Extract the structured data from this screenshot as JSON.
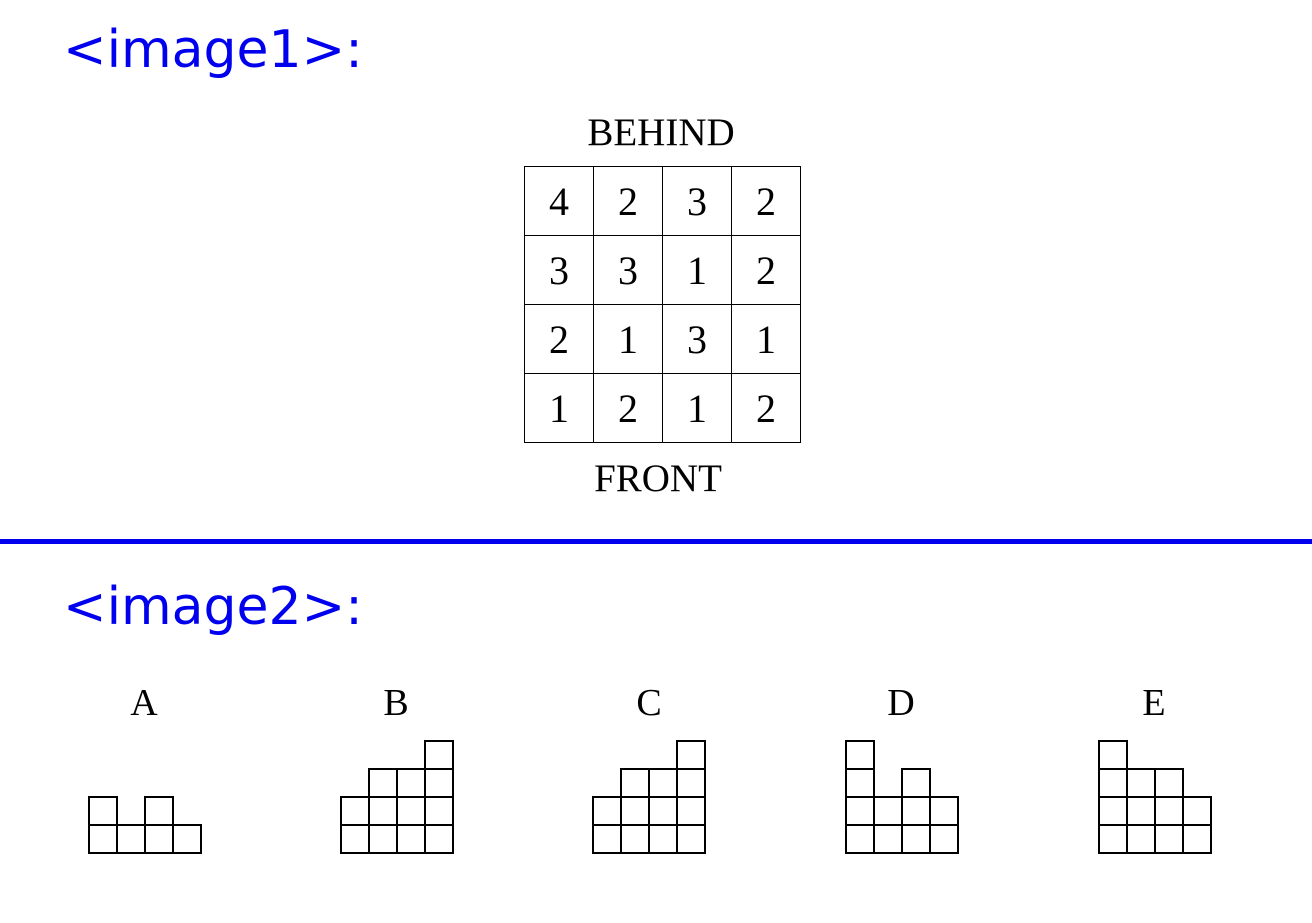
{
  "image1": {
    "label": "<image1>:",
    "top_label": "BEHIND",
    "bottom_label": "FRONT",
    "grid": [
      [
        "4",
        "2",
        "3",
        "2"
      ],
      [
        "3",
        "3",
        "1",
        "2"
      ],
      [
        "2",
        "1",
        "3",
        "1"
      ],
      [
        "1",
        "2",
        "1",
        "2"
      ]
    ]
  },
  "image2": {
    "label": "<image2>:",
    "options": [
      {
        "letter": "A",
        "column_heights": [
          2,
          1,
          2,
          1
        ]
      },
      {
        "letter": "B",
        "column_heights": [
          2,
          3,
          3,
          4
        ]
      },
      {
        "letter": "C",
        "column_heights": [
          2,
          3,
          3,
          4
        ]
      },
      {
        "letter": "D",
        "column_heights": [
          4,
          2,
          3,
          2
        ]
      },
      {
        "letter": "E",
        "column_heights": [
          4,
          3,
          3,
          2
        ]
      }
    ]
  },
  "colors": {
    "label": "#0000ee",
    "divider": "#0000ee",
    "lines": "#000000"
  }
}
